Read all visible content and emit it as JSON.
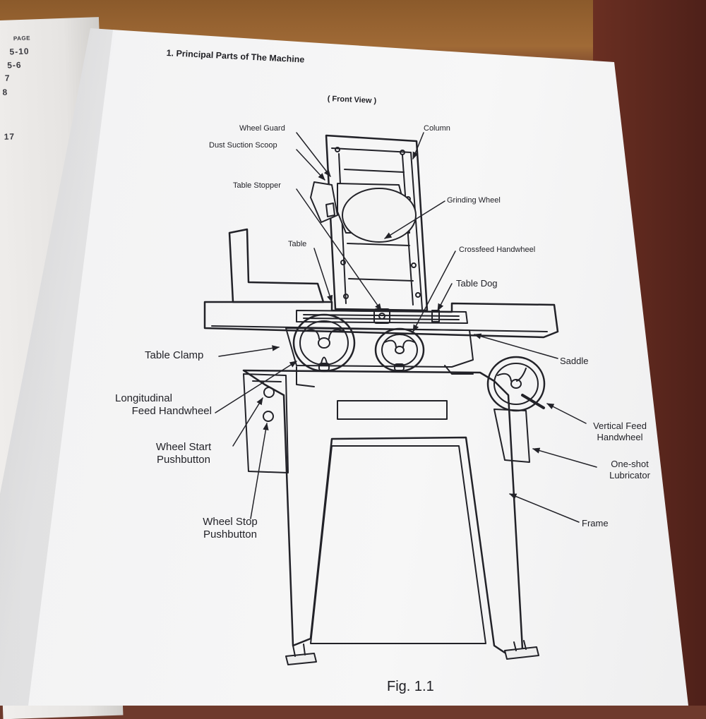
{
  "left_page": {
    "header": "PAGE",
    "numbers": [
      "5-10",
      "5-6",
      "7",
      "8",
      "17"
    ]
  },
  "document": {
    "heading": "1.  Principal Parts of The Machine",
    "subheading": "( Front View )",
    "caption": "Fig. 1.1"
  },
  "labels": {
    "wheel_guard": "Wheel Guard",
    "column": "Column",
    "dust_suction_scoop": "Dust Suction Scoop",
    "table_stopper": "Table Stopper",
    "grinding_wheel": "Grinding Wheel",
    "table": "Table",
    "crossfeed_handwheel": "Crossfeed Handwheel",
    "table_dog": "Table Dog",
    "table_clamp": "Table Clamp",
    "saddle": "Saddle",
    "longitudinal_line1": "Longitudinal",
    "longitudinal_line2": "Feed Handwheel",
    "vertical_line1": "Vertical Feed",
    "vertical_line2": "Handwheel",
    "wheel_start_line1": "Wheel Start",
    "wheel_start_line2": "Pushbutton",
    "lubricator_line1": "One-shot",
    "lubricator_line2": "Lubricator",
    "frame": "Frame",
    "wheel_stop_line1": "Wheel Stop",
    "wheel_stop_line2": "Pushbutton"
  },
  "colors": {
    "ink": "#222228",
    "paper": "#f5f5f5",
    "wood": "#9a6433",
    "table_surface": "#6e3a2c"
  }
}
